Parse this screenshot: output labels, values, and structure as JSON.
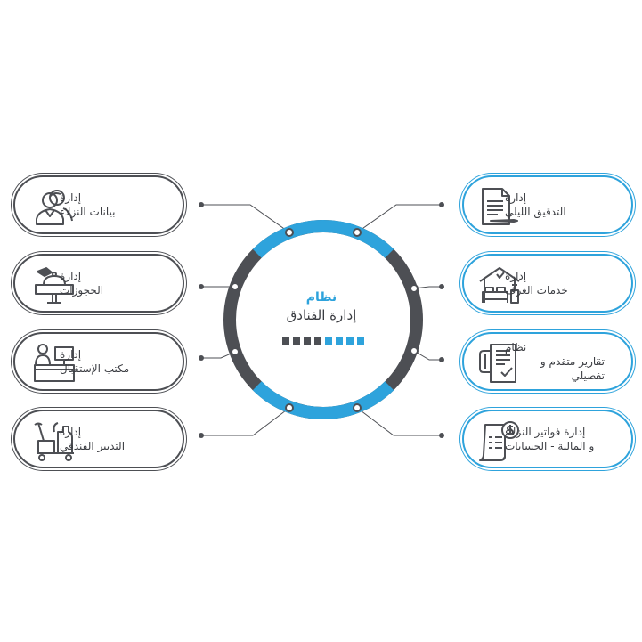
{
  "center": {
    "title": "نظام",
    "subtitle": "إدارة الفنادق"
  },
  "modules": [
    {
      "id": "guests",
      "side": "left",
      "style": "dark",
      "line1": "إدارة",
      "line2": "بيانات النزلاء",
      "icon": "guests-icon"
    },
    {
      "id": "bookings",
      "side": "left",
      "style": "dark",
      "line1": "إدارة",
      "line2": "الحجوزات",
      "icon": "reception-bell-icon"
    },
    {
      "id": "front-desk",
      "side": "left",
      "style": "dark",
      "line1": "إدارة",
      "line2": "مكتب الإستقبال",
      "icon": "front-desk-icon"
    },
    {
      "id": "housekeeping",
      "side": "left",
      "style": "dark",
      "line1": "إدارة",
      "line2": "التدبير الفندقي",
      "icon": "cleaning-cart-icon"
    },
    {
      "id": "night-audit",
      "side": "right",
      "style": "blue",
      "line1": "إدارة",
      "line2": "التدقيق الليلي",
      "icon": "document-pen-icon"
    },
    {
      "id": "room-services",
      "side": "right",
      "style": "blue",
      "line1": "إدارة",
      "line2": "خدمات الغرف",
      "icon": "hotel-bed-icon"
    },
    {
      "id": "reports",
      "side": "right",
      "style": "blue",
      "line1": "نظام",
      "line2": "تقارير متقدم و تفصيلي",
      "icon": "report-checklist-icon"
    },
    {
      "id": "billing",
      "side": "right",
      "style": "blue",
      "line1": "إدارة فواتير النزلاء",
      "line2": "و المالية - الحسابات",
      "icon": "invoice-dollar-icon"
    }
  ],
  "colors": {
    "dark": "#4d4f54",
    "blue": "#2ea3dc",
    "text": "#3b3d42"
  },
  "progress": {
    "dark_squares": 4,
    "blue_squares": 4
  }
}
